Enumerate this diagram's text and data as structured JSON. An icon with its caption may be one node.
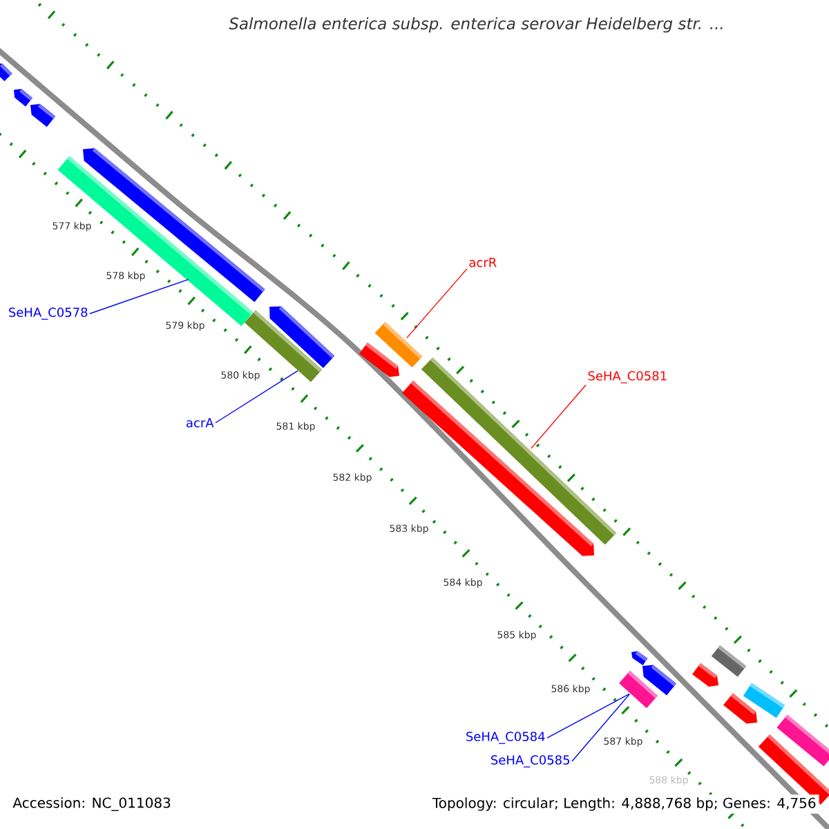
{
  "diagram": {
    "title": "Salmonella enterica subsp. enterica serovar Heidelberg str. ...",
    "nodes": [
      {
        "text": [
          "SeHA_C0578"
        ]
      },
      {
        "text": [],
        "shape": "bar"
      },
      {
        "text": [
          "acrR"
        ]
      },
      {
        "text": [],
        "shape": "bar"
      },
      {
        "text": [
          "acrA"
        ]
      },
      {
        "text": [],
        "shape": "bar"
      },
      {
        "text": [
          "SeHA_C0581"
        ]
      },
      {
        "text": [],
        "shape": "bar"
      },
      {
        "text": [
          "SeHA_C0584"
        ]
      },
      {
        "text": [
          "SeHA_C0585"
        ]
      },
      {
        "text": [],
        "shape": "bar"
      }
    ],
    "edges": [
      {
        "from": 0,
        "to": 1,
        "arrow": "none"
      },
      {
        "from": 2,
        "to": 3,
        "arrow": "none",
        "color": "#ff0000"
      },
      {
        "from": 4,
        "to": 5,
        "arrow": "none"
      },
      {
        "from": 6,
        "to": 7,
        "arrow": "none",
        "color": "#ff0000"
      },
      {
        "from": 8,
        "to": 10,
        "arrow": "none"
      },
      {
        "from": 9,
        "to": 10,
        "arrow": "none"
      }
    ],
    "labels": [
      "577 kbp",
      "578 kbp",
      "579 kbp",
      "580 kbp",
      "581 kbp",
      "582 kbp",
      "583 kbp",
      "584 kbp",
      "585 kbp",
      "586 kbp",
      "587 kbp",
      "588 kbp",
      "Accession: NC_011083",
      "Topology: circular; Length: 4,888,768 bp; Genes: 4,756"
    ]
  }
}
